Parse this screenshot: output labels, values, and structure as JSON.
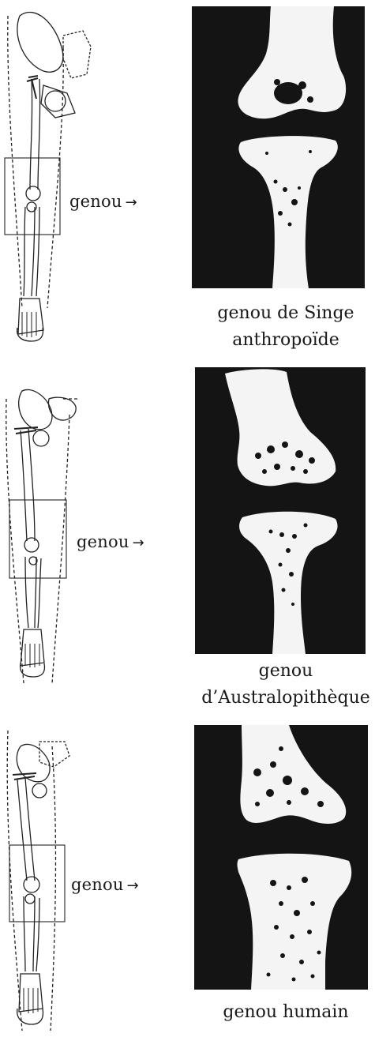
{
  "panels": [
    {
      "id": "singe",
      "arrow_label": "genou",
      "arrow_glyph": "→",
      "caption_line1": "genou de Singe",
      "caption_line2": "anthropoïde"
    },
    {
      "id": "australopitheque",
      "arrow_label": "genou",
      "arrow_glyph": "→",
      "caption_line1": "genou",
      "caption_line2": "d’Australopithèque"
    },
    {
      "id": "humain",
      "arrow_label": "genou",
      "arrow_glyph": "→",
      "caption_line1": "genou humain",
      "caption_line2": ""
    }
  ],
  "colors": {
    "xray_background": "#141414",
    "bone": "#f4f4f4",
    "ink": "#1a1a1a"
  }
}
